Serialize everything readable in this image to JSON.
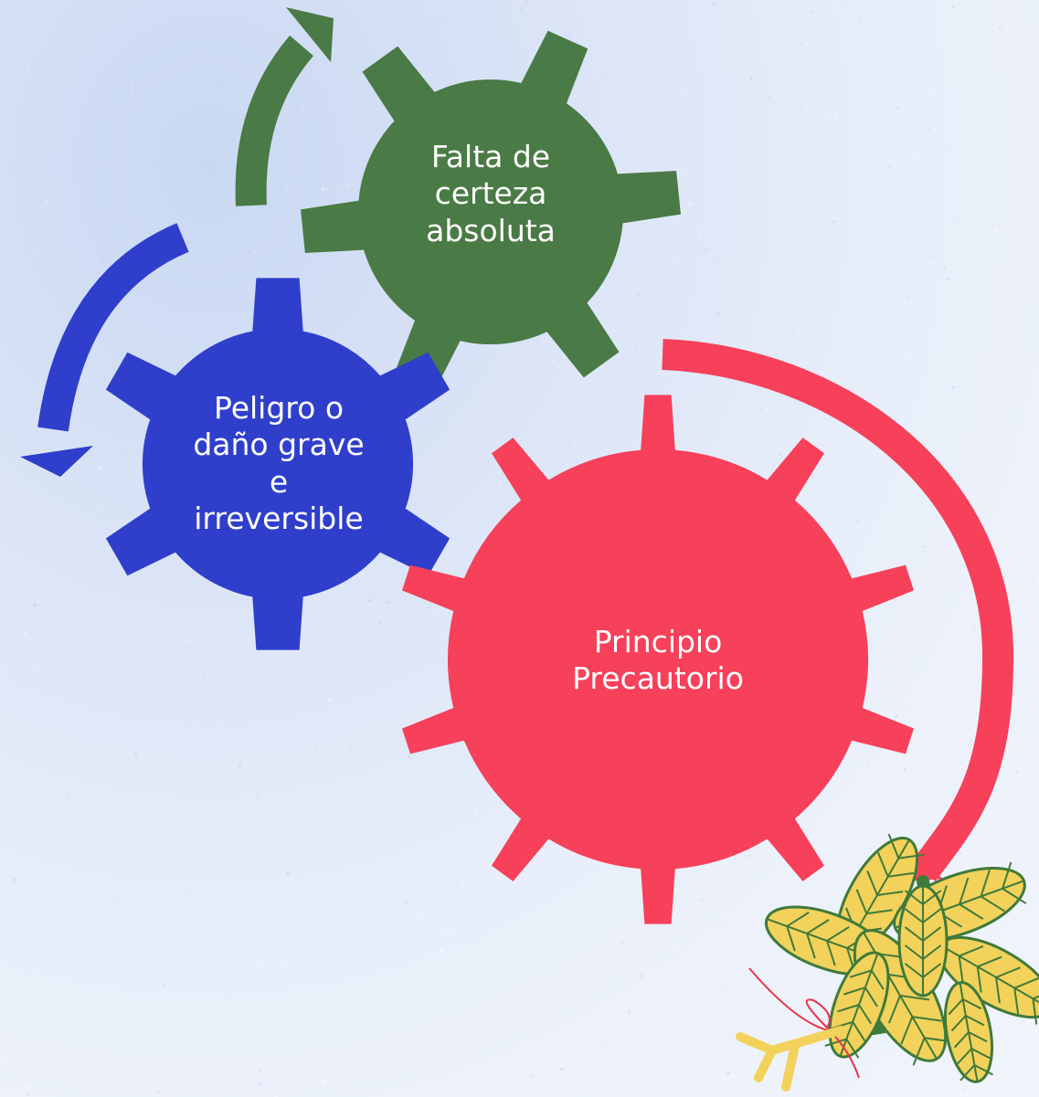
{
  "diagram": {
    "gears": [
      {
        "id": "falta",
        "label": "Falta de\ncerteza\nabsoluta",
        "color": "#4a7a45"
      },
      {
        "id": "peligro",
        "label": "Peligro o\ndaño grave\ne\nirreversible",
        "color": "#2f3fcc"
      },
      {
        "id": "principio",
        "label": "Principio\nPrecautorio",
        "color": "#f7405a"
      }
    ],
    "arrows": [
      {
        "id": "green-arrow",
        "color": "#4a7a45"
      },
      {
        "id": "blue-arrow",
        "color": "#2f3fcc"
      },
      {
        "id": "red-arrow",
        "color": "#f7405a"
      }
    ],
    "decoration": {
      "plant_icon": "leaves-with-ribbon-icon",
      "leaf_color": "#f2d25a",
      "vein_color": "#3f7a3b"
    }
  }
}
